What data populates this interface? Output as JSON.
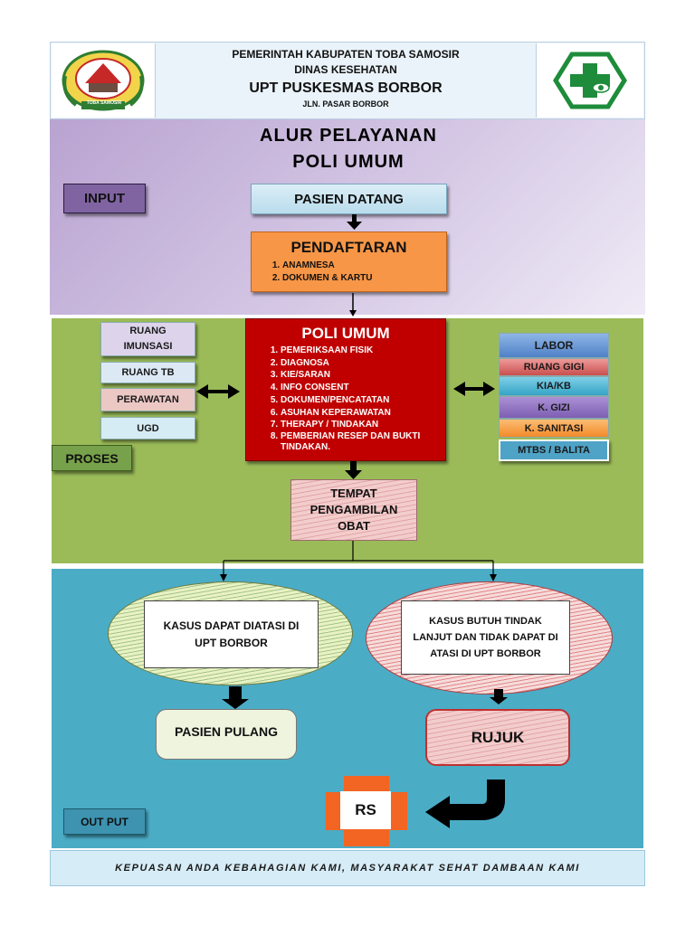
{
  "header": {
    "line1": "PEMERINTAH KABUPATEN TOBA SAMOSIR",
    "line2": "DINAS KESEHATAN",
    "title": "UPT PUSKESMAS BORBOR",
    "address": "JLN. PASAR BORBOR",
    "left_logo_text": "TOBA SAMOSIR"
  },
  "title": {
    "line1": "ALUR PELAYANAN",
    "line2": "POLI UMUM"
  },
  "stages": {
    "input": "INPUT",
    "proses": "PROSES",
    "output": "OUT PUT"
  },
  "pasien_datang": "PASIEN DATANG",
  "pendaftaran": {
    "title": "PENDAFTARAN",
    "items": [
      "ANAMNESA",
      "DOKUMEN & KARTU"
    ]
  },
  "poli_umum": {
    "title": "POLI UMUM",
    "items": [
      "PEMERIKSAAN FISIK",
      "DIAGNOSA",
      "KIE/SARAN",
      "INFO CONSENT",
      "DOKUMEN/PENCATATAN",
      "ASUHAN KEPERAWATAN",
      "THERAPY / TINDAKAN",
      "PEMBERIAN RESEP DAN BUKTI TINDAKAN."
    ]
  },
  "left_units": [
    "RUANG IMUNSASI",
    "RUANG TB",
    "PERAWATAN",
    "UGD"
  ],
  "right_units": [
    "LABOR",
    "RUANG GIGI",
    "KIA/KB",
    "K. GIZI",
    "K. SANITASI",
    "MTBS / BALITA"
  ],
  "colors": {
    "left_units": [
      "#ddd4ec",
      "#dce9f5",
      "#ecc8c4",
      "#d6ecf4"
    ],
    "right_units": [
      "#5b8fd0",
      "#d46868",
      "#4bb0cf",
      "#8e6fbf",
      "#f59a3c",
      "#4fa3c6"
    ],
    "poli": "#c00000",
    "pendaftaran": "#f79646"
  },
  "tempat_obat": "TEMPAT PENGAMBILAN OBAT",
  "kasus_diatasi": "KASUS DAPAT DIATASI DI UPT BORBOR",
  "kasus_rujuk": "KASUS BUTUH TINDAK LANJUT DAN TIDAK DAPAT DI ATASI DI UPT BORBOR",
  "pasien_pulang": "PASIEN PULANG",
  "rujuk": "RUJUK",
  "rs": "RS",
  "footer": "KEPUASAN ANDA KEBAHAGIAN KAMI, MASYARAKAT SEHAT DAMBAAN KAMI"
}
